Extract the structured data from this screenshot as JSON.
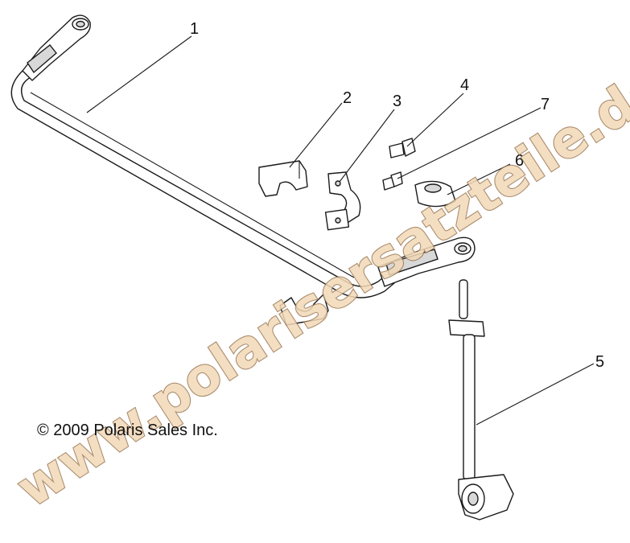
{
  "diagram": {
    "callouts": [
      {
        "id": "1",
        "label": "1"
      },
      {
        "id": "2",
        "label": "2"
      },
      {
        "id": "3",
        "label": "3"
      },
      {
        "id": "4",
        "label": "4"
      },
      {
        "id": "5",
        "label": "5"
      },
      {
        "id": "6",
        "label": "6"
      },
      {
        "id": "7",
        "label": "7"
      }
    ],
    "copyright": "© 2009 Polaris Sales Inc.",
    "watermark": "www.polarisersatzteile.de",
    "colors": {
      "line": "#1a1a1a",
      "watermark_fill": "#f3d9b8",
      "watermark_stroke": "#9c7a55"
    }
  }
}
